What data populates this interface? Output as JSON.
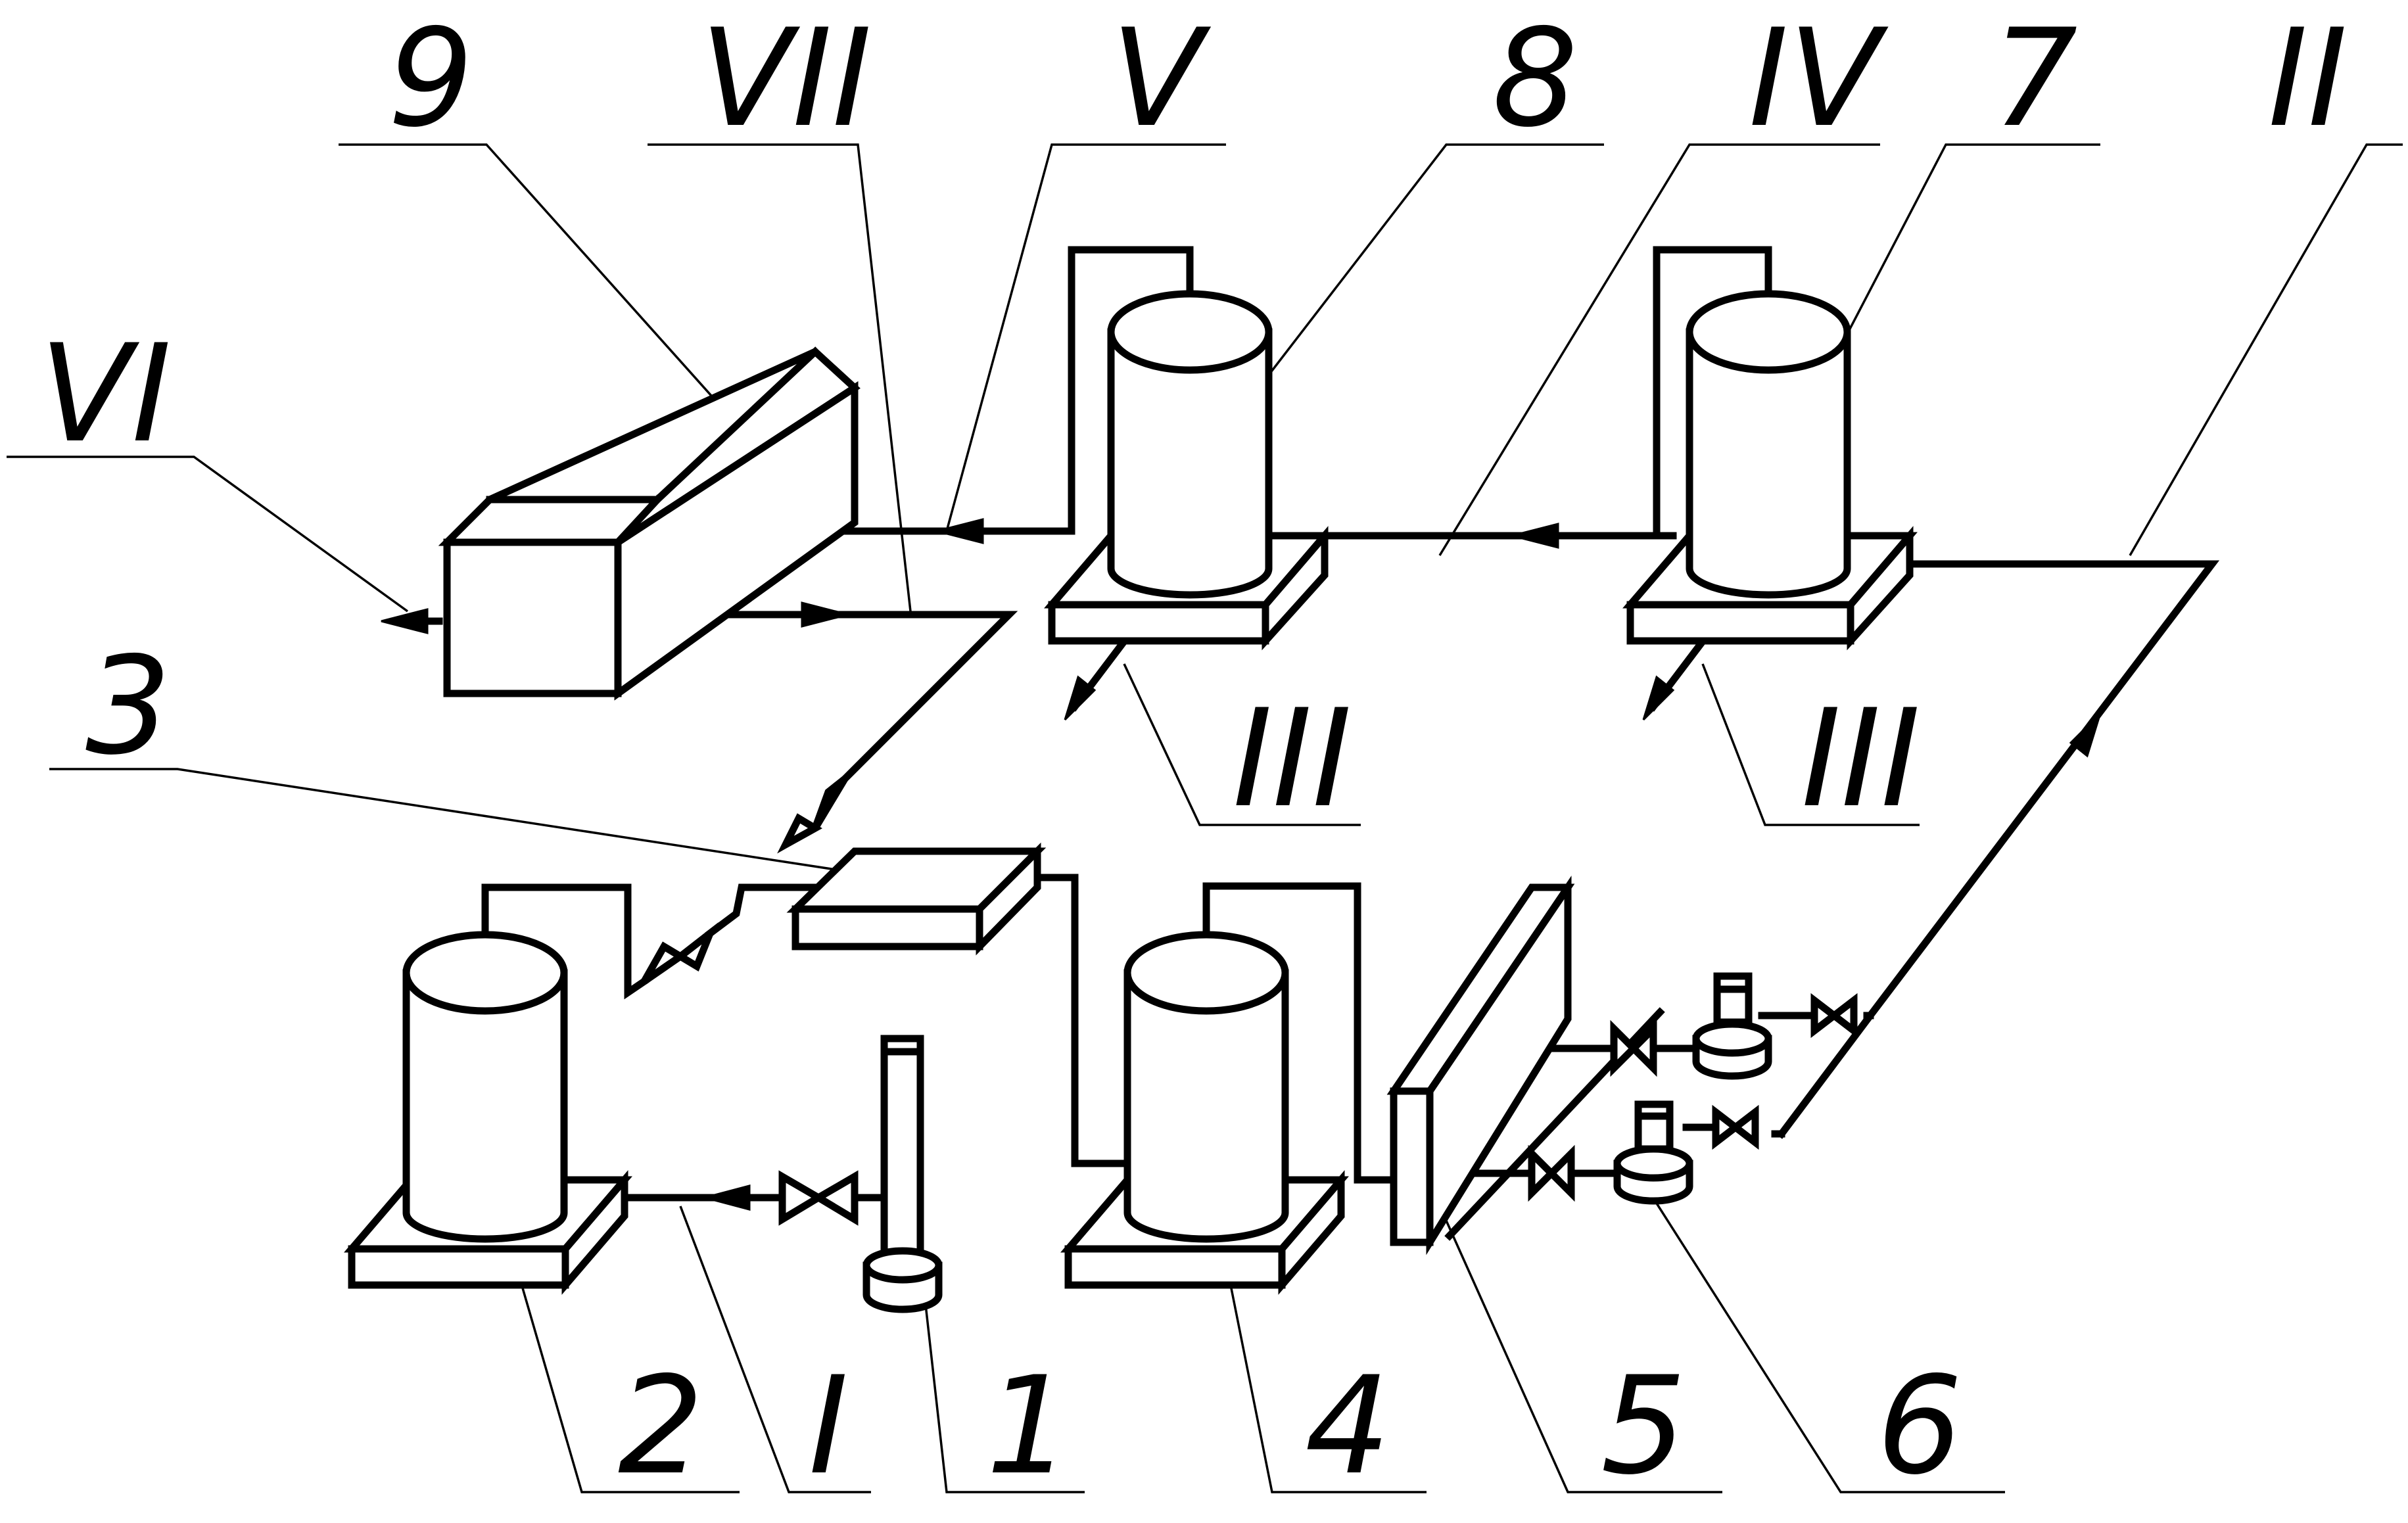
{
  "labels": {
    "n1": "1",
    "n2": "2",
    "n3": "3",
    "n4": "4",
    "n5": "5",
    "n6": "6",
    "n7": "7",
    "n8": "8",
    "n9": "9",
    "r1": "I",
    "r2": "II",
    "r3a": "III",
    "r3b": "III",
    "r4": "IV",
    "r5": "V",
    "r6": "VI",
    "r7": "VII"
  },
  "style": {
    "line_color": "#000000",
    "background": "#ffffff"
  }
}
